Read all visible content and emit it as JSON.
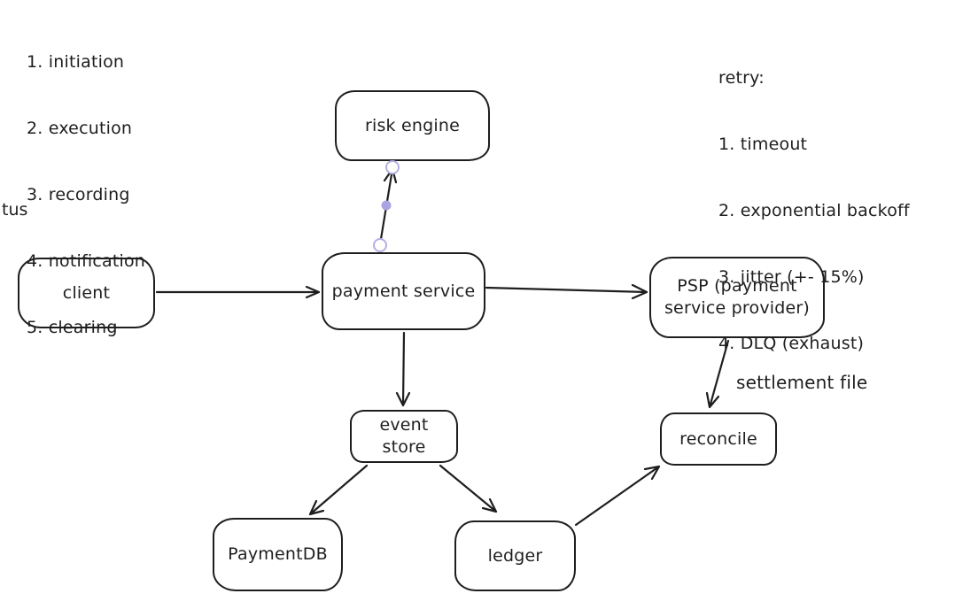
{
  "canvas": {
    "background_color": "#ffffff",
    "stroke_color": "#1e1e1e",
    "selection_handle_color": "#a9a5e2"
  },
  "notes": {
    "process_steps": [
      "1. initiation",
      "2. execution",
      "3. recording",
      "4. notification",
      "5. clearing"
    ],
    "retry_title": "retry:",
    "retry_items": [
      "1. timeout",
      "2. exponential backoff",
      "3. jitter (+- 15%)",
      "4. DLQ (exhaust)"
    ],
    "left_edge_fragment": "tus"
  },
  "nodes": {
    "risk_engine": {
      "label": "risk engine"
    },
    "client": {
      "label": "client"
    },
    "payment_service": {
      "label": "payment service"
    },
    "psp": {
      "label": "PSP (payment\nservice provider)"
    },
    "event_store": {
      "label": "event\nstore"
    },
    "reconcile": {
      "label": "reconcile"
    },
    "payment_db": {
      "label": "PaymentDB"
    },
    "ledger": {
      "label": "ledger"
    }
  },
  "edges": {
    "settlement_file_label": "settlement file"
  }
}
